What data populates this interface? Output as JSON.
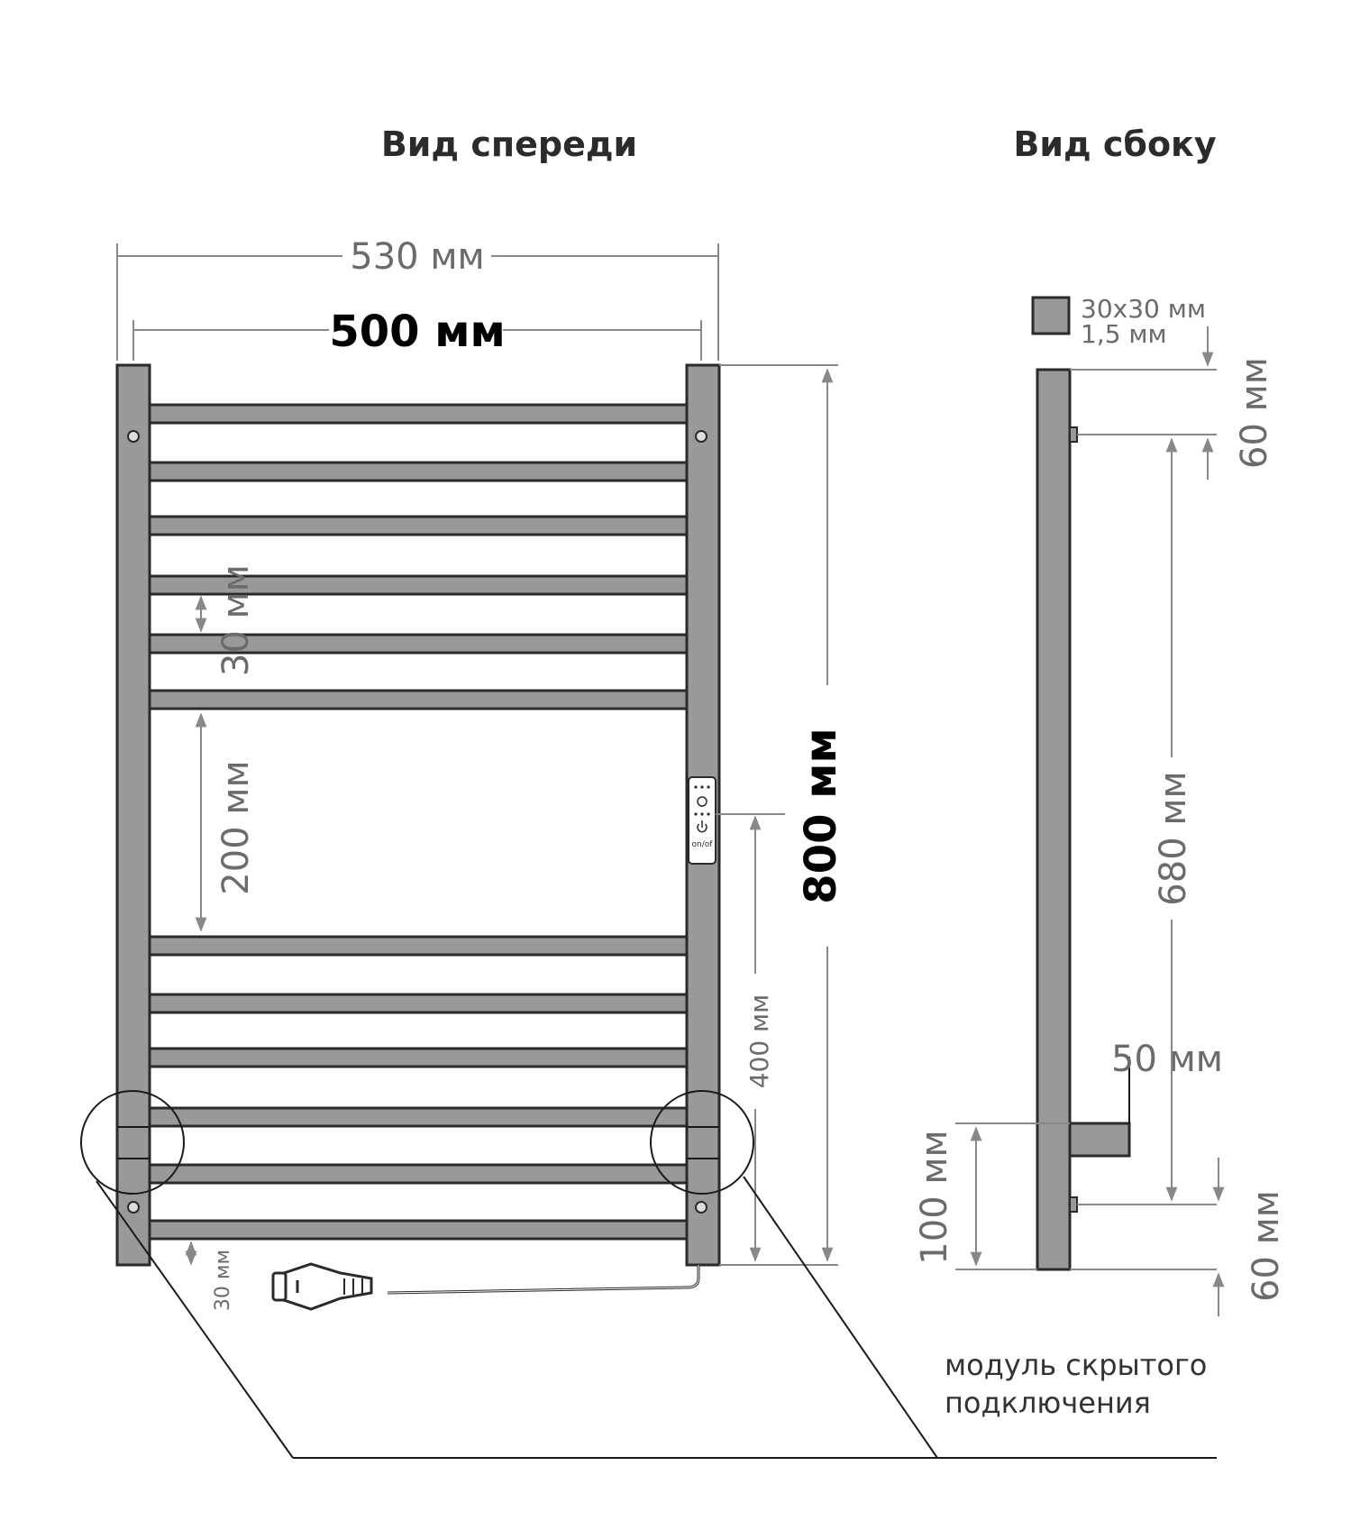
{
  "front_view": {
    "title": "Вид спереди",
    "overall_width": "530 мм",
    "inner_width": "500 мм",
    "height": "800 мм",
    "bar_gap": "30 мм",
    "large_gap": "200 мм",
    "controller_height": "400 мм",
    "bottom_offset": "30 мм",
    "controller_label": "on/of"
  },
  "side_view": {
    "title": "Вид сбоку",
    "profile_size": "30x30 мм",
    "wall_thickness": "1,5 мм",
    "top_offset": "60 мм",
    "mount_distance": "680 мм",
    "wall_distance": "50 мм",
    "bracket_height": "100 мм",
    "bottom_offset": "60 мм"
  },
  "callout": {
    "line1": "модуль скрытого",
    "line2": "подключения"
  },
  "colors": {
    "tube": "#999999",
    "outline": "#2a2a2a",
    "dimension": "#888888"
  }
}
